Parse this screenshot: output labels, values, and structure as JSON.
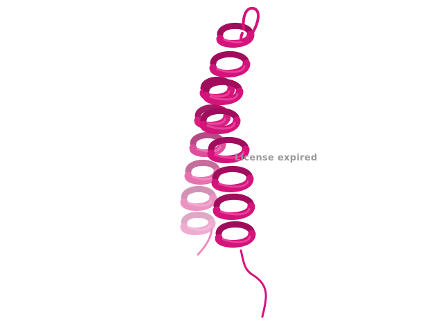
{
  "viewer": {
    "watermark_text": "License expired",
    "background_color": "#ffffff",
    "watermark_color": "#9a9a9a"
  },
  "structure": {
    "representation": "cartoon",
    "secondary_structure": "alpha-helix",
    "helix_count": 2,
    "colors": {
      "primary": "#d4147a",
      "highlight": "#e8409a",
      "shade": "#a00d5c",
      "fog": "#f2a6cb"
    }
  }
}
